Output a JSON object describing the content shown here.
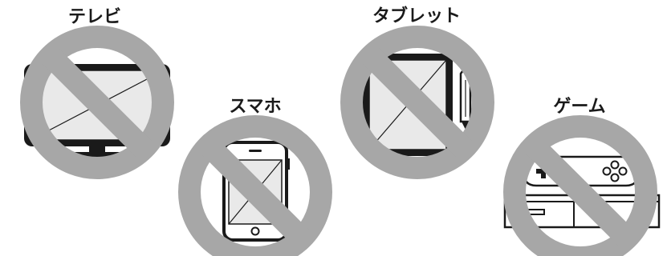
{
  "items": [
    {
      "id": "tv",
      "label": "テレビ"
    },
    {
      "id": "smartphone",
      "label": "スマホ"
    },
    {
      "id": "tablet",
      "label": "タブレット"
    },
    {
      "id": "game",
      "label": "ゲーム"
    }
  ],
  "colors": {
    "prohibition_ring": "#a7a7a7",
    "device_ink": "#1a1a1a",
    "screen_fill": "#e9e9e9",
    "background": "#ffffff"
  },
  "icons": [
    "prohibition-icon",
    "tv-icon",
    "smartphone-icon",
    "tablet-icon",
    "game-console-icon"
  ]
}
